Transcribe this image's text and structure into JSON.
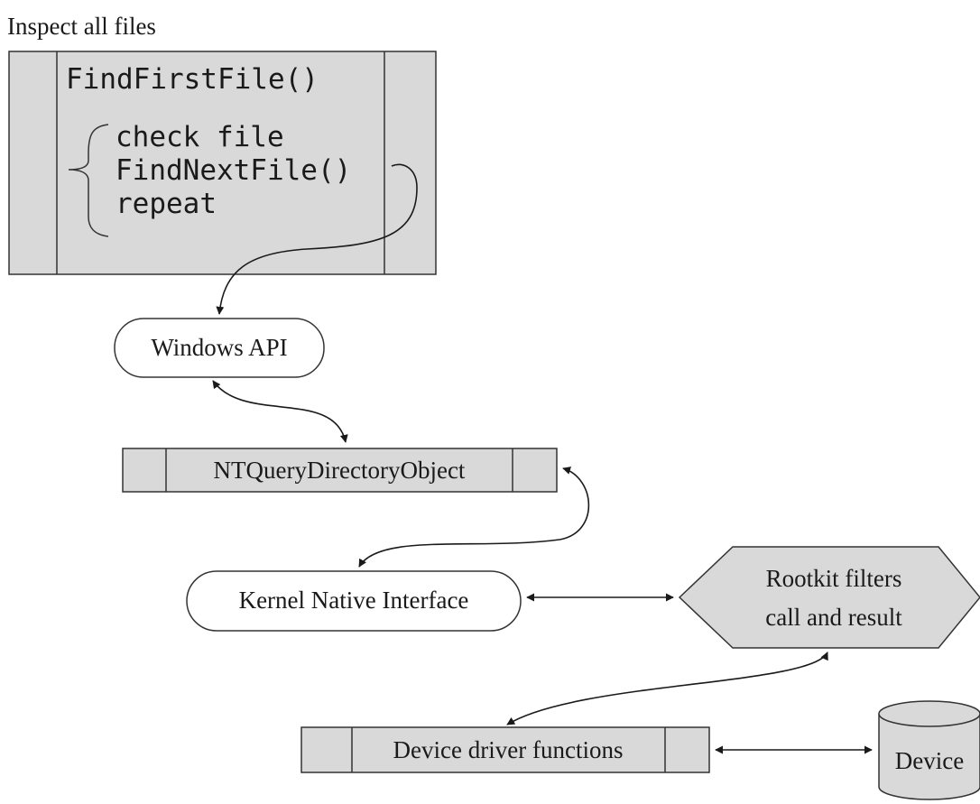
{
  "title": "Inspect all files",
  "code_box": {
    "first_line": "FindFirstFile()",
    "loop_lines": [
      "check file",
      "FindNextFile()",
      "repeat"
    ]
  },
  "nodes": {
    "windows_api": "Windows API",
    "nt_query": "NTQueryDirectoryObject",
    "kernel_native": "Kernel Native Interface",
    "rootkit": [
      "Rootkit filters",
      "call and result"
    ],
    "device_driver": "Device driver functions",
    "device": "Device"
  },
  "colors": {
    "box_fill": "#d9d9d9",
    "stroke": "#333333",
    "text": "#1a1a1a"
  }
}
